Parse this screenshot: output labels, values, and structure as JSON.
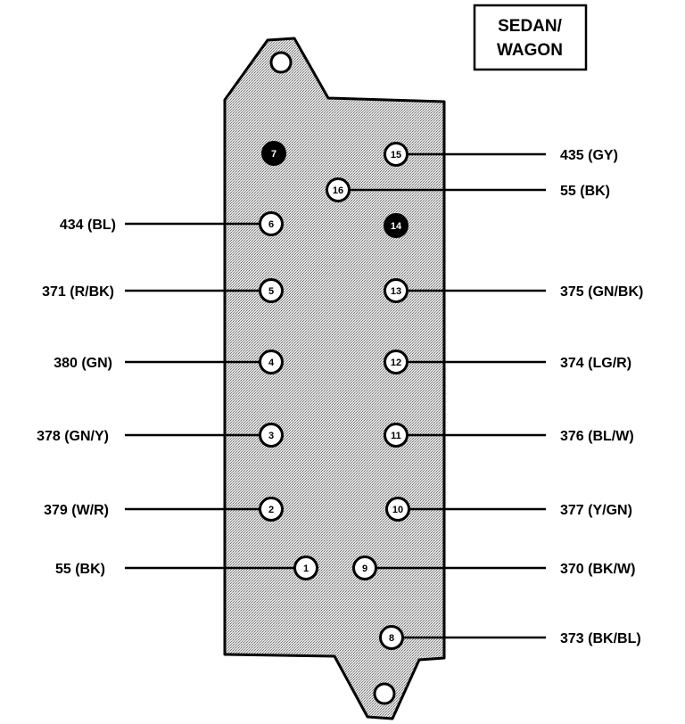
{
  "title": {
    "line1": "SEDAN/",
    "line2": "WAGON"
  },
  "pins": [
    {
      "number": "7",
      "filled": true,
      "wire": "",
      "side": "none"
    },
    {
      "number": "15",
      "filled": false,
      "wire": "435 (GY)",
      "side": "right"
    },
    {
      "number": "16",
      "filled": false,
      "wire": "55 (BK)",
      "side": "right"
    },
    {
      "number": "6",
      "filled": false,
      "wire": "434 (BL)",
      "side": "left"
    },
    {
      "number": "14",
      "filled": true,
      "wire": "",
      "side": "none"
    },
    {
      "number": "5",
      "filled": false,
      "wire": "371 (R/BK)",
      "side": "left"
    },
    {
      "number": "13",
      "filled": false,
      "wire": "375 (GN/BK)",
      "side": "right"
    },
    {
      "number": "4",
      "filled": false,
      "wire": "380 (GN)",
      "side": "left"
    },
    {
      "number": "12",
      "filled": false,
      "wire": "374 (LG/R)",
      "side": "right"
    },
    {
      "number": "3",
      "filled": false,
      "wire": "378 (GN/Y)",
      "side": "left"
    },
    {
      "number": "11",
      "filled": false,
      "wire": "376 (BL/W)",
      "side": "right"
    },
    {
      "number": "2",
      "filled": false,
      "wire": "379 (W/R)",
      "side": "left"
    },
    {
      "number": "10",
      "filled": false,
      "wire": "377 (Y/GN)",
      "side": "right"
    },
    {
      "number": "1",
      "filled": false,
      "wire": "55 (BK)",
      "side": "left"
    },
    {
      "number": "9",
      "filled": false,
      "wire": "370 (BK/W)",
      "side": "right"
    },
    {
      "number": "8",
      "filled": false,
      "wire": "373 (BK/BL)",
      "side": "right"
    }
  ]
}
